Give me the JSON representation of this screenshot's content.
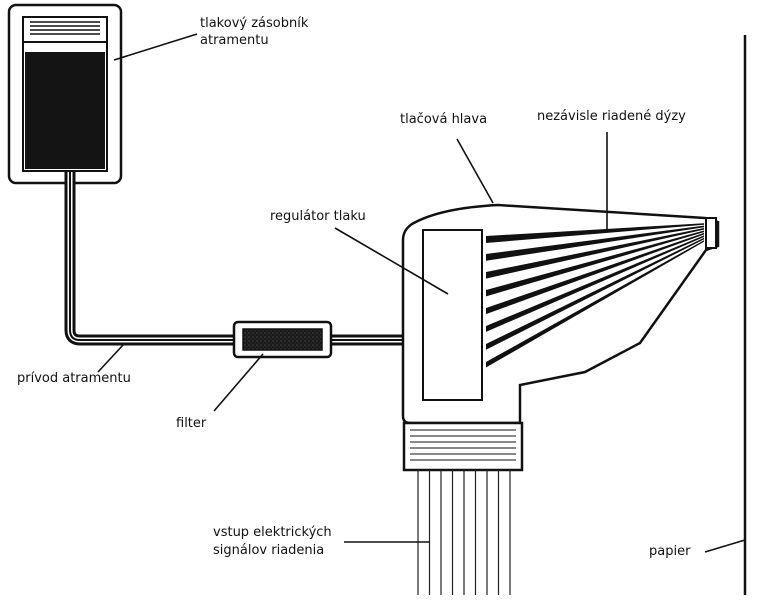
{
  "labels": {
    "reservoir_line1": "tlakový zásobník",
    "reservoir_line2": "atramentu",
    "print_head": "tlačová hlava",
    "nozzles": "nezávisle riadené dýzy",
    "pressure_regulator": "regulátor tlaku",
    "ink_supply": "prívod atramentu",
    "filter": "filter",
    "signals_line1": "vstup elektrických",
    "signals_line2": "signálov riadenia",
    "paper": "papier"
  },
  "nozzle_count": 8,
  "signal_wire_count": 9
}
